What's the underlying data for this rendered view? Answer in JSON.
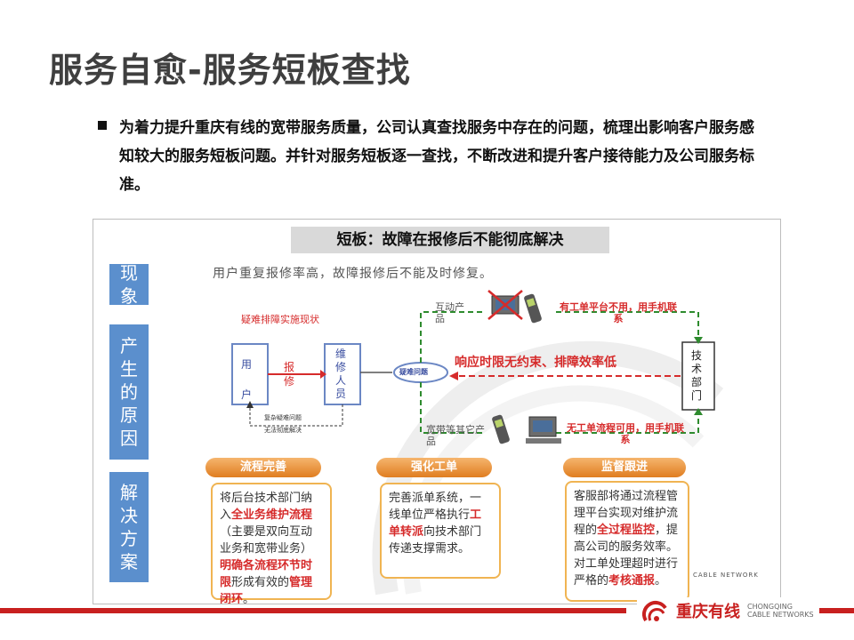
{
  "title": "服务自愈-服务短板查找",
  "bullet": "为着力提升重庆有线的宽带服务质量，公司认真查找服务中存在的问题，梳理出影响客户服务感知较大的服务短板问题。并针对服务短板逐一查找，不断改进和提升客户接待能力及公司服务标准。",
  "panel": {
    "heading": "短板：故障在报修后不能彻底解决",
    "side_labels": [
      "现象",
      "产生的原因",
      "解决方案"
    ],
    "summary": "用户重复报修率高，故障报修后不能及时修复。",
    "diagram": {
      "section_caption": "疑难排障实施现状",
      "user": "用户",
      "report": "报修",
      "maintainer": "维修人员",
      "repeat_note_1": "复杂疑难问题",
      "repeat_note_2": "无法彻底解决",
      "problem": "疑难问题",
      "tech_dept": "技术部门",
      "interactive_product": "互动产品",
      "interactive_note": "有工单平台不用，用手机联系",
      "middle_note": "响应时限无约束、排障效率低",
      "broadband_product": "宽带等其它产品",
      "broadband_note": "无工单流程可用，用手机联系"
    },
    "solutions": [
      {
        "head": "流程完善",
        "parts": [
          [
            "将后台技术部门纳入",
            false
          ],
          [
            "全业务维护流程",
            true
          ],
          [
            "（主要是双向互动业务和宽带业务）",
            false
          ],
          [
            "明确各流程环节时限",
            true
          ],
          [
            "形成有效的",
            false
          ],
          [
            "管理闭环",
            true
          ],
          [
            "。",
            false
          ]
        ]
      },
      {
        "head": "强化工单",
        "parts": [
          [
            "完善派单系统，一线单位严格执行",
            false
          ],
          [
            "工单转派",
            true
          ],
          [
            "向技术部门传递支撑需求。",
            false
          ]
        ]
      },
      {
        "head": "监督跟进",
        "parts": [
          [
            "客服部将通过流程管理平台实现对维护流程的",
            false
          ],
          [
            "全过程监控",
            true
          ],
          [
            "，提高公司的服务效率。对工单处理超时进行严格的",
            false
          ],
          [
            "考核通报",
            true
          ],
          [
            "。",
            false
          ]
        ]
      }
    ],
    "watermark": "CABLE NETWORK"
  },
  "logo": {
    "name": "重庆有线",
    "en_1": "CHONGQING",
    "en_2": "CABLE NETWORKS"
  },
  "colors": {
    "accent": "#c8201f",
    "side": "#5b8fcd",
    "orange": "#e07d20",
    "green": "#2e8b2e",
    "red": "#d62b2b"
  }
}
